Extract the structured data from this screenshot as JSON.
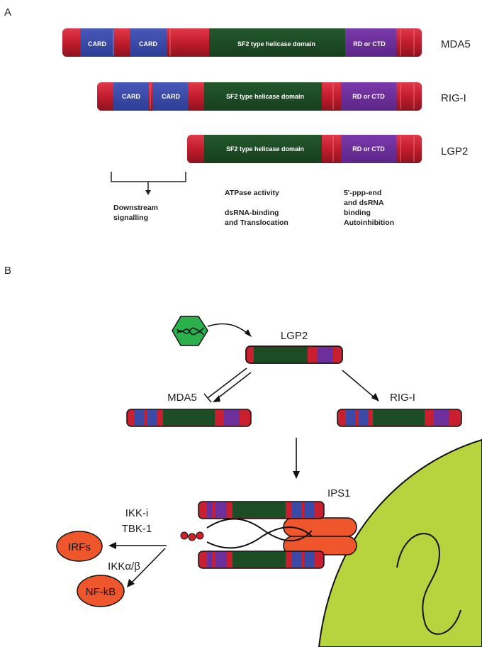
{
  "colors": {
    "red": "#c8202e",
    "red_dark": "#8e1320",
    "blue": "#3a4aa6",
    "green": "#1d4d24",
    "purple": "#6d2f9c",
    "nucleus": "#b7d33e",
    "orange": "#f0562b",
    "virus": "#2bb14c"
  },
  "panel_a": {
    "label": "A",
    "proteins": [
      {
        "name": "MDA5",
        "domains": [
          "CARD",
          "CARD",
          "SF2 type helicase domain",
          "RD or CTD"
        ]
      },
      {
        "name": "RIG-I",
        "domains": [
          "CARD",
          "CARD",
          "SF2 type helicase domain",
          "RD or CTD"
        ]
      },
      {
        "name": "LGP2",
        "domains": [
          "SF2 type helicase domain",
          "RD or CTD"
        ]
      }
    ],
    "functions": {
      "card": [
        "Downstream",
        "signalling"
      ],
      "helicase": [
        "ATPase activity",
        "",
        "dsRNA-binding",
        "and Translocation"
      ],
      "ctd": [
        "5'-ppp-end",
        "and dsRNA",
        "binding",
        "Autoinhibition"
      ]
    }
  },
  "panel_b": {
    "label": "B",
    "lgp2": "LGP2",
    "mda5": "MDA5",
    "rigi": "RIG-I",
    "ips1": "IPS1",
    "ikk_i": "IKK-i",
    "tbk1": "TBK-1",
    "irfs": "IRFs",
    "ikk_ab": "IKKα/β",
    "nfkb": "NF-kB"
  }
}
